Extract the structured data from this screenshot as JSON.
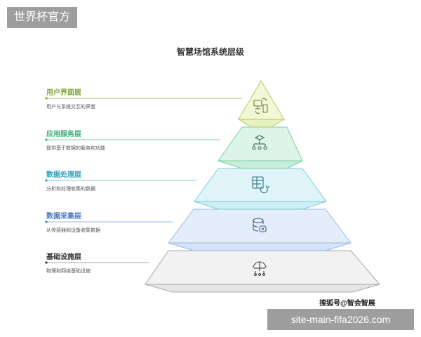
{
  "corner_tag": "世界杯官方",
  "title": "智慧场馆系统层级",
  "layers": [
    {
      "title": "用户界面层",
      "desc": "用户与系统交互的界面",
      "icon": "devices-icon",
      "fill": "#f2f7d6",
      "stroke": "#b7c96b",
      "accent": "#7fa63a"
    },
    {
      "title": "应用服务层",
      "desc": "提供基于数据的服务和功能",
      "icon": "service-network-icon",
      "fill": "#dcf5e8",
      "stroke": "#7ccda3",
      "accent": "#3fae77"
    },
    {
      "title": "数据处理层",
      "desc": "分析和处理收集的数据",
      "icon": "data-table-refresh-icon",
      "fill": "#dff4f8",
      "stroke": "#7ecbdc",
      "accent": "#2f9fba"
    },
    {
      "title": "数据采集层",
      "desc": "从传感器和设备收集数据",
      "icon": "database-icon",
      "fill": "#e4eefb",
      "stroke": "#9bb9e4",
      "accent": "#4a7bc4"
    },
    {
      "title": "基础设施层",
      "desc": "物理和网络基础设施",
      "icon": "infrastructure-icon",
      "fill": "#f2f2f2",
      "stroke": "#a9a9a9",
      "accent": "#333333"
    }
  ],
  "watermark": "搜狐号@智会智展",
  "footer_tag": "site-main-fifa2026.com"
}
